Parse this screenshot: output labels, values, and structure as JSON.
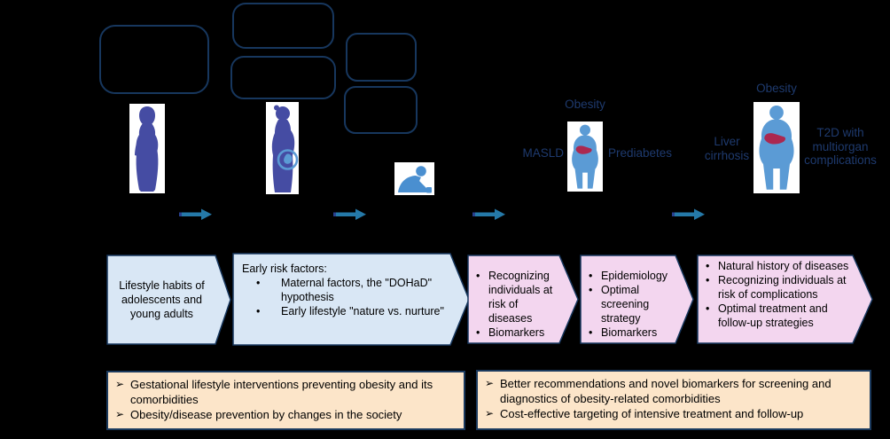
{
  "figure": {
    "background": "#000000",
    "description_visible_text_only": true
  },
  "colors": {
    "outline_box_border": "#17375e",
    "label_text": "#1e3a6e",
    "arrow_teal": "#2579a8",
    "arrow_tail_dark": "#28408f",
    "chevron_blue_fill": "#d9e7f5",
    "chevron_pink_fill": "#f3d6ef",
    "chevron_border": "#17375e",
    "bottom_box_fill": "#fce5c9",
    "bottom_box_border": "#1b3a5e",
    "silhouette_purple": "#454ca3",
    "silhouette_light_blue": "#5b9bd5",
    "child_blue": "#4a8fd0",
    "liver_red": "#ab2850",
    "body_text": "#000000"
  },
  "icons": {
    "figure1": "woman-silhouette-icon",
    "figure2": "pregnant-woman-silhouette-icon",
    "figure3": "crawling-child-silhouette-icon",
    "figure4": "obese-person-with-liver-icon",
    "figure5": "obese-person-with-liver-icon-large",
    "arrows": "right-arrow-icon"
  },
  "stage_labels": {
    "obesity_mid": "Obesity",
    "masld": "MASLD",
    "prediabetes": "Prediabetes",
    "obesity_right": "Obesity",
    "liver_cirrhosis": "Liver cirrhosis",
    "t2d": "T2D with multiorgan complications"
  },
  "chevrons": [
    {
      "fill": "blue",
      "text": "Lifestyle habits of adolescents and young adults"
    },
    {
      "fill": "blue",
      "title": "Early risk factors:",
      "bullets": [
        "Maternal factors, the \"DOHaD\" hypothesis",
        "Early lifestyle \"nature vs. nurture\""
      ]
    },
    {
      "fill": "pink",
      "bullets": [
        "Recognizing individuals at risk of diseases",
        "Biomarkers"
      ]
    },
    {
      "fill": "pink",
      "bullets": [
        "Epidemiology",
        "Optimal screening strategy",
        "Biomarkers"
      ]
    },
    {
      "fill": "pink",
      "bullets": [
        "Natural history of diseases",
        "Recognizing individuals at risk of complications",
        "Optimal treatment and follow-up strategies"
      ]
    }
  ],
  "bottom_boxes": [
    {
      "items": [
        "Gestational lifestyle interventions preventing obesity and its comorbidities",
        "Obesity/disease prevention by changes in the society"
      ]
    },
    {
      "items": [
        "Better recommendations and novel biomarkers for screening and diagnostics of obesity-related comorbidities",
        "Cost-effective targeting of intensive treatment and follow-up"
      ]
    }
  ]
}
